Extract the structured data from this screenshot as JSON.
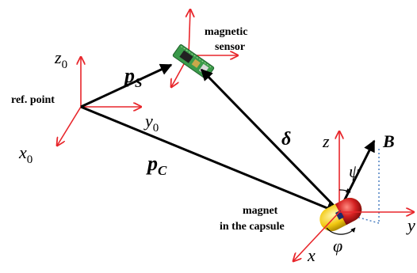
{
  "labels": {
    "magnetic_sensor": [
      "magnetic",
      "sensor"
    ],
    "ref_point": "ref. point",
    "magnet": [
      "magnet",
      "in the capsule"
    ],
    "ref_axes": {
      "z": "z",
      "z_sub": "0",
      "y": "y",
      "y_sub": "0",
      "x": "x",
      "x_sub": "0"
    },
    "vectors": {
      "ps": "p",
      "ps_sub": "S",
      "pc": "p",
      "pc_sub": "C",
      "delta": "δ",
      "B": "B"
    },
    "capsule_axes": {
      "z": "z",
      "x": "x",
      "y": "y"
    },
    "angles": {
      "psi": "ψ",
      "phi": "φ"
    }
  },
  "colors": {
    "axis": "#e8262b",
    "vector": "#000000",
    "dotted": "#4a7fc1",
    "sensor_board": "#3a9a4a",
    "capsule_yellow": "#f2c80f",
    "capsule_red": "#d42020"
  }
}
